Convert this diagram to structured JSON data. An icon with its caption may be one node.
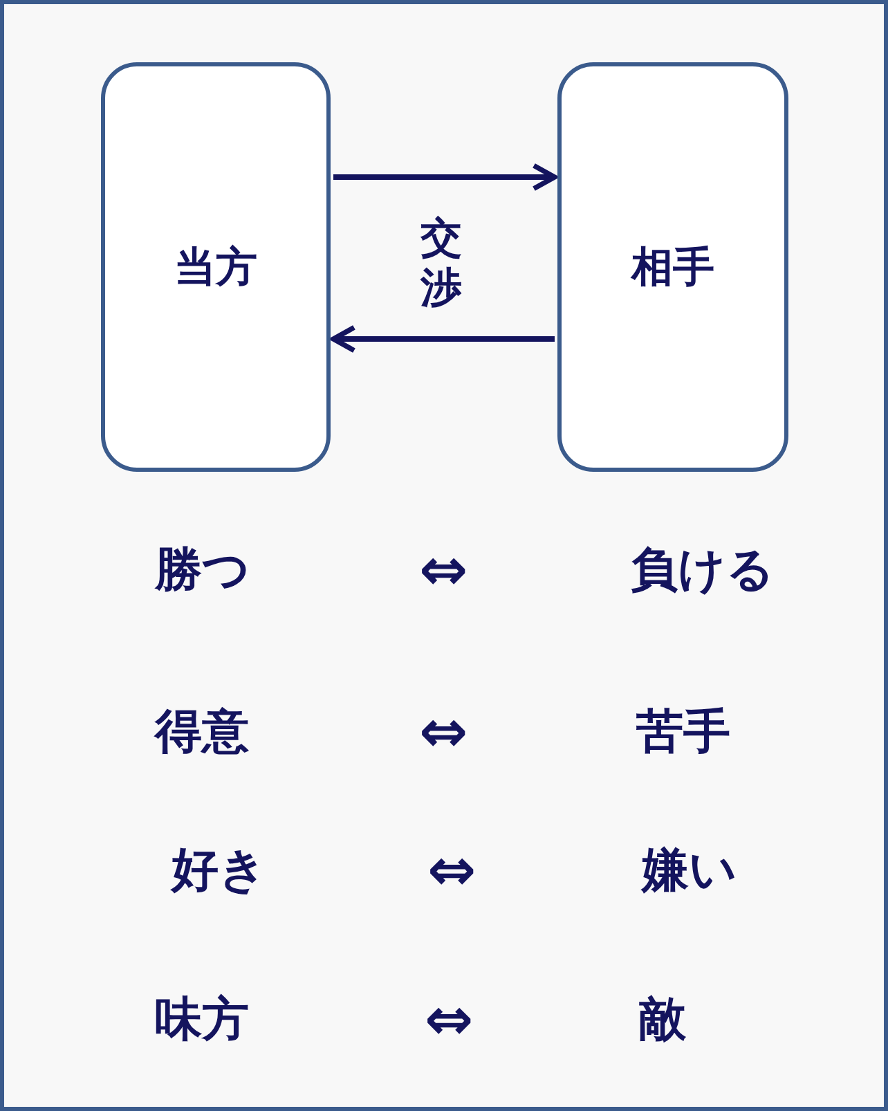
{
  "diagram": {
    "nodes": [
      {
        "text": [
          "当方"
        ]
      },
      {
        "text": [
          "相手"
        ]
      }
    ],
    "edges": [
      {
        "from": 0,
        "to": 1,
        "arrow": "to"
      },
      {
        "from": 1,
        "to": 0,
        "arrow": "to"
      }
    ],
    "labels": [
      "交渉",
      "勝つ",
      "⇔",
      "負ける",
      "得意",
      "⇔",
      "苦手",
      "好き",
      "⇔",
      "嫌い",
      "味方",
      "⇔",
      "敵"
    ]
  }
}
